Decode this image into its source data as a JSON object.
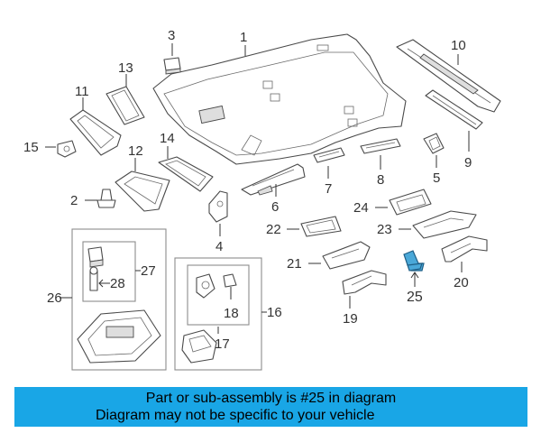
{
  "callouts": {
    "c1": "1",
    "c2": "2",
    "c3": "3",
    "c4": "4",
    "c5": "5",
    "c6": "6",
    "c7": "7",
    "c8": "8",
    "c9": "9",
    "c10": "10",
    "c11": "11",
    "c12": "12",
    "c13": "13",
    "c14": "14",
    "c15": "15",
    "c16": "16",
    "c17": "17",
    "c18": "18",
    "c19": "19",
    "c20": "20",
    "c21": "21",
    "c22": "22",
    "c23": "23",
    "c24": "24",
    "c25": "25",
    "c26": "26",
    "c27": "27",
    "c28": "28"
  },
  "highlighted_part": "25",
  "colors": {
    "highlight": "#4aa8d8",
    "banner": "#19a6e6"
  },
  "caption": {
    "line1": "Part or sub-assembly is #25 in diagram",
    "line2": "Diagram may not be specific to your vehicle"
  }
}
